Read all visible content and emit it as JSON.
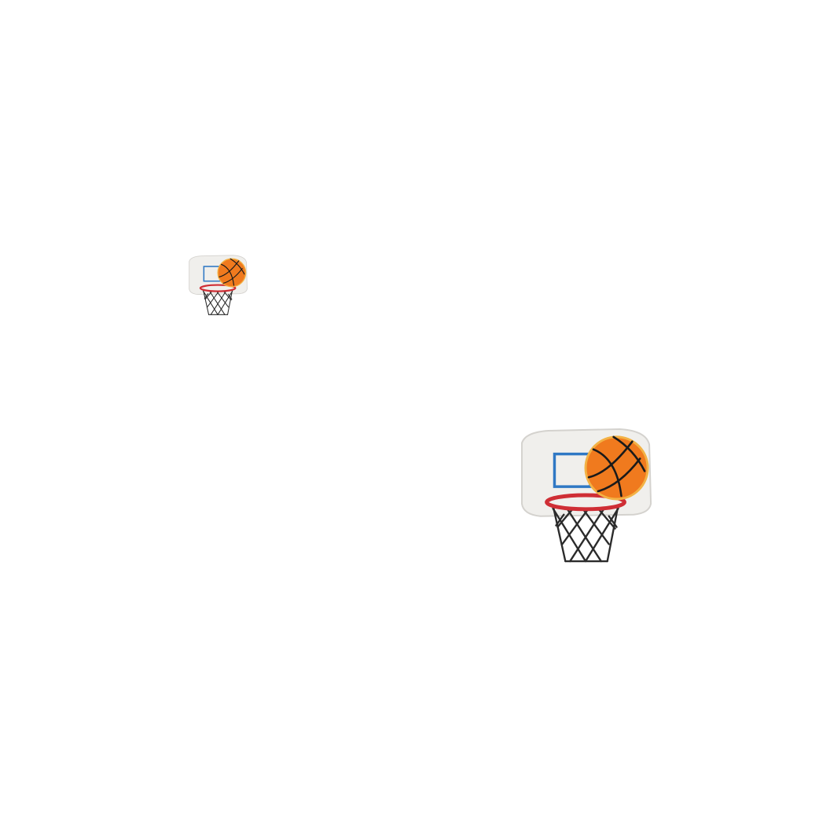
{
  "patches": [
    {
      "name": "basketball-hoop-patch",
      "icon": "basketball-hoop-icon",
      "size": "small"
    },
    {
      "name": "basketball-hoop-patch",
      "icon": "basketball-hoop-icon",
      "size": "large"
    }
  ],
  "colors": {
    "background": "#ffffff",
    "backboard": "#f0efec",
    "backboard_outline": "#d4d2ce",
    "target_square": "#2f78c4",
    "rim": "#cf2e35",
    "net": "#2b2b2b",
    "ball": "#f07a1e",
    "ball_outline": "#f3b245",
    "ball_seams": "#1a1a1a"
  }
}
